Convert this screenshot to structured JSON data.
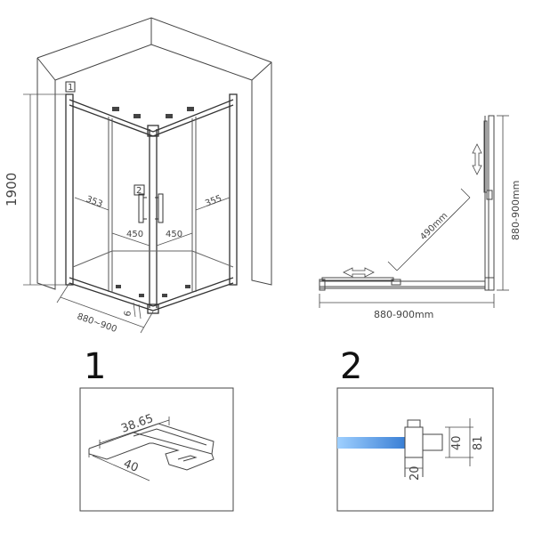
{
  "main_view": {
    "height_dim": "1900",
    "width_dim": "880~900",
    "wall_dim": "6",
    "panel_left_dim": "353",
    "panel_right_dim": "355",
    "door_left_dim": "450",
    "door_right_dim": "450",
    "callout_1": "1",
    "callout_2": "2"
  },
  "plan_view": {
    "diagonal_dim": "490mm",
    "depth_dim": "880-900mm",
    "width_dim": "880-900mm"
  },
  "detail_1": {
    "number": "1",
    "dim_a": "38.65",
    "dim_b": "40"
  },
  "detail_2": {
    "number": "2",
    "dim_height_a": "40",
    "dim_height_b": "81",
    "dim_width": "20",
    "glass_color": "#3a7fd5"
  }
}
